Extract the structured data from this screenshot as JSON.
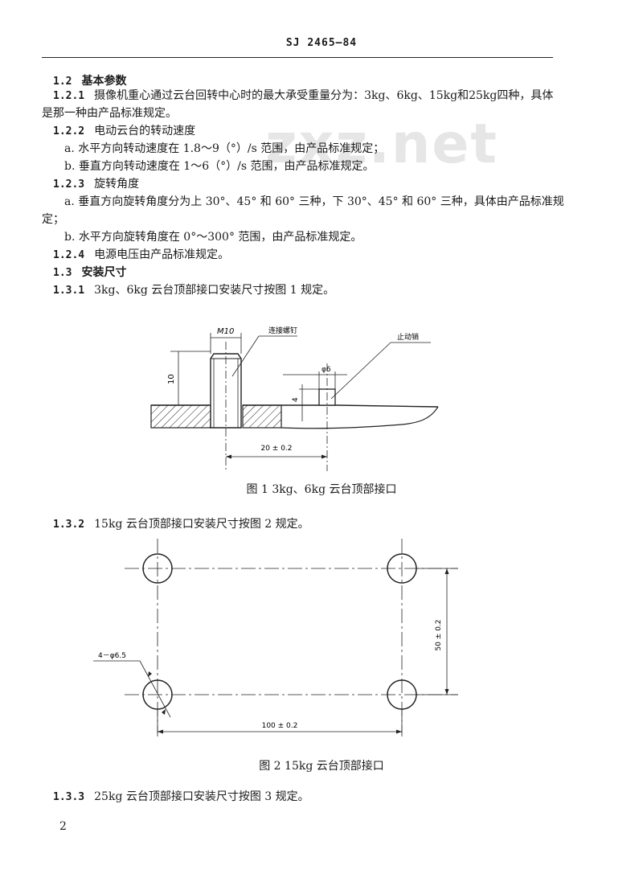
{
  "header": "SJ 2465—84",
  "watermark": "zxz.net",
  "sections": {
    "s1_2_num": "1.2",
    "s1_2_title": "基本参数",
    "s1_2_1_num": "1.2.1",
    "s1_2_1_line1": "摄像机重心通过云台回转中心时的最大承受重量分为：3kg、6kg、15kg和25kg四种，具体",
    "s1_2_1_line2": "是那一种由产品标准规定。",
    "s1_2_2_num": "1.2.2",
    "s1_2_2_title": "电动云台的转动速度",
    "s1_2_2_a": "a. 水平方向转动速度在 1.8～9（°）/s 范围，由产品标准规定；",
    "s1_2_2_b": "b. 垂直方向转动速度在 1～6（°）/s 范围，由产品标准规定。",
    "s1_2_3_num": "1.2.3",
    "s1_2_3_title": "旋转角度",
    "s1_2_3_a1": "a. 垂直方向旋转角度分为上 30°、45° 和 60° 三种，下 30°、45° 和 60° 三种，具体由产品标准规",
    "s1_2_3_a2": "定；",
    "s1_2_3_b": "b. 水平方向旋转角度在 0°～300° 范围，由产品标准规定。",
    "s1_2_4_num": "1.2.4",
    "s1_2_4_text": "电源电压由产品标准规定。",
    "s1_3_num": "1.3",
    "s1_3_title": "安装尺寸",
    "s1_3_1_num": "1.3.1",
    "s1_3_1_text": "3kg、6kg 云台顶部接口安装尺寸按图 1 规定。",
    "s1_3_2_num": "1.3.2",
    "s1_3_2_text": "15kg 云台顶部接口安装尺寸按图 2 规定。",
    "s1_3_3_num": "1.3.3",
    "s1_3_3_text": "25kg 云台顶部接口安装尺寸按图 3 规定。"
  },
  "figure1": {
    "label_m10": "M10",
    "label_bolt": "连接螺钉",
    "label_pin": "止动销",
    "dim_10": "10",
    "dim_phi6": "φ6",
    "dim_4": "4",
    "dim_20": "20 ± 0.2",
    "caption": "图 1   3kg、6kg 云台顶部接口"
  },
  "figure2": {
    "label_holes": "4－φ6.5",
    "dim_50": "50 ± 0.2",
    "dim_100": "100 ± 0.2",
    "caption": "图 2   15kg 云台顶部接口"
  },
  "page_number": "2"
}
